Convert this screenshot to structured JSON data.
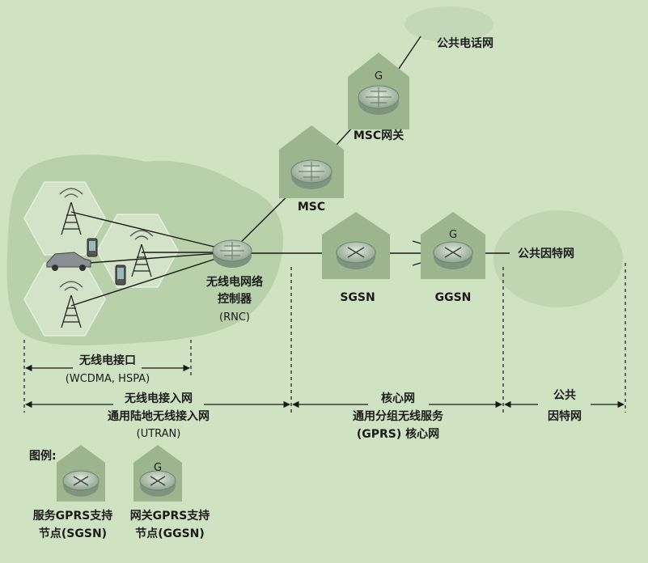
{
  "labels": {
    "public_phone": "公共电话网",
    "msc_gateway": "MSC网关",
    "msc": "MSC",
    "public_internet": "公共因特网",
    "sgsn": "SGSN",
    "ggsn": "GGSN",
    "rnc_line1": "无线电网络",
    "rnc_line2": "控制器",
    "rnc_line3": "(RNC)",
    "g": "G"
  },
  "spans": {
    "radio_interface": "无线电接口",
    "radio_interface_sub": "(WCDMA, HSPA)",
    "ran_line1": "无线电接入网",
    "ran_line2": "通用陆地无线接入网",
    "ran_line3": "(UTRAN)",
    "core_line1": "核心网",
    "core_line2": "通用分组无线服务",
    "core_line3": "(GPRS) 核心网",
    "internet_line1": "公共",
    "internet_line2": "因特网"
  },
  "legend": {
    "title": "图例:",
    "sgsn_line1": "服务GPRS支持",
    "sgsn_line2": "节点(SGSN)",
    "ggsn_line1": "网关GPRS支持",
    "ggsn_line2": "节点(GGSN)",
    "g": "G"
  },
  "colors": {
    "background": "#cfe3c2",
    "cloud": "#b9d1ab",
    "house": "#9cb58f",
    "router": "#aebfae",
    "line": "#1a1a1a"
  }
}
